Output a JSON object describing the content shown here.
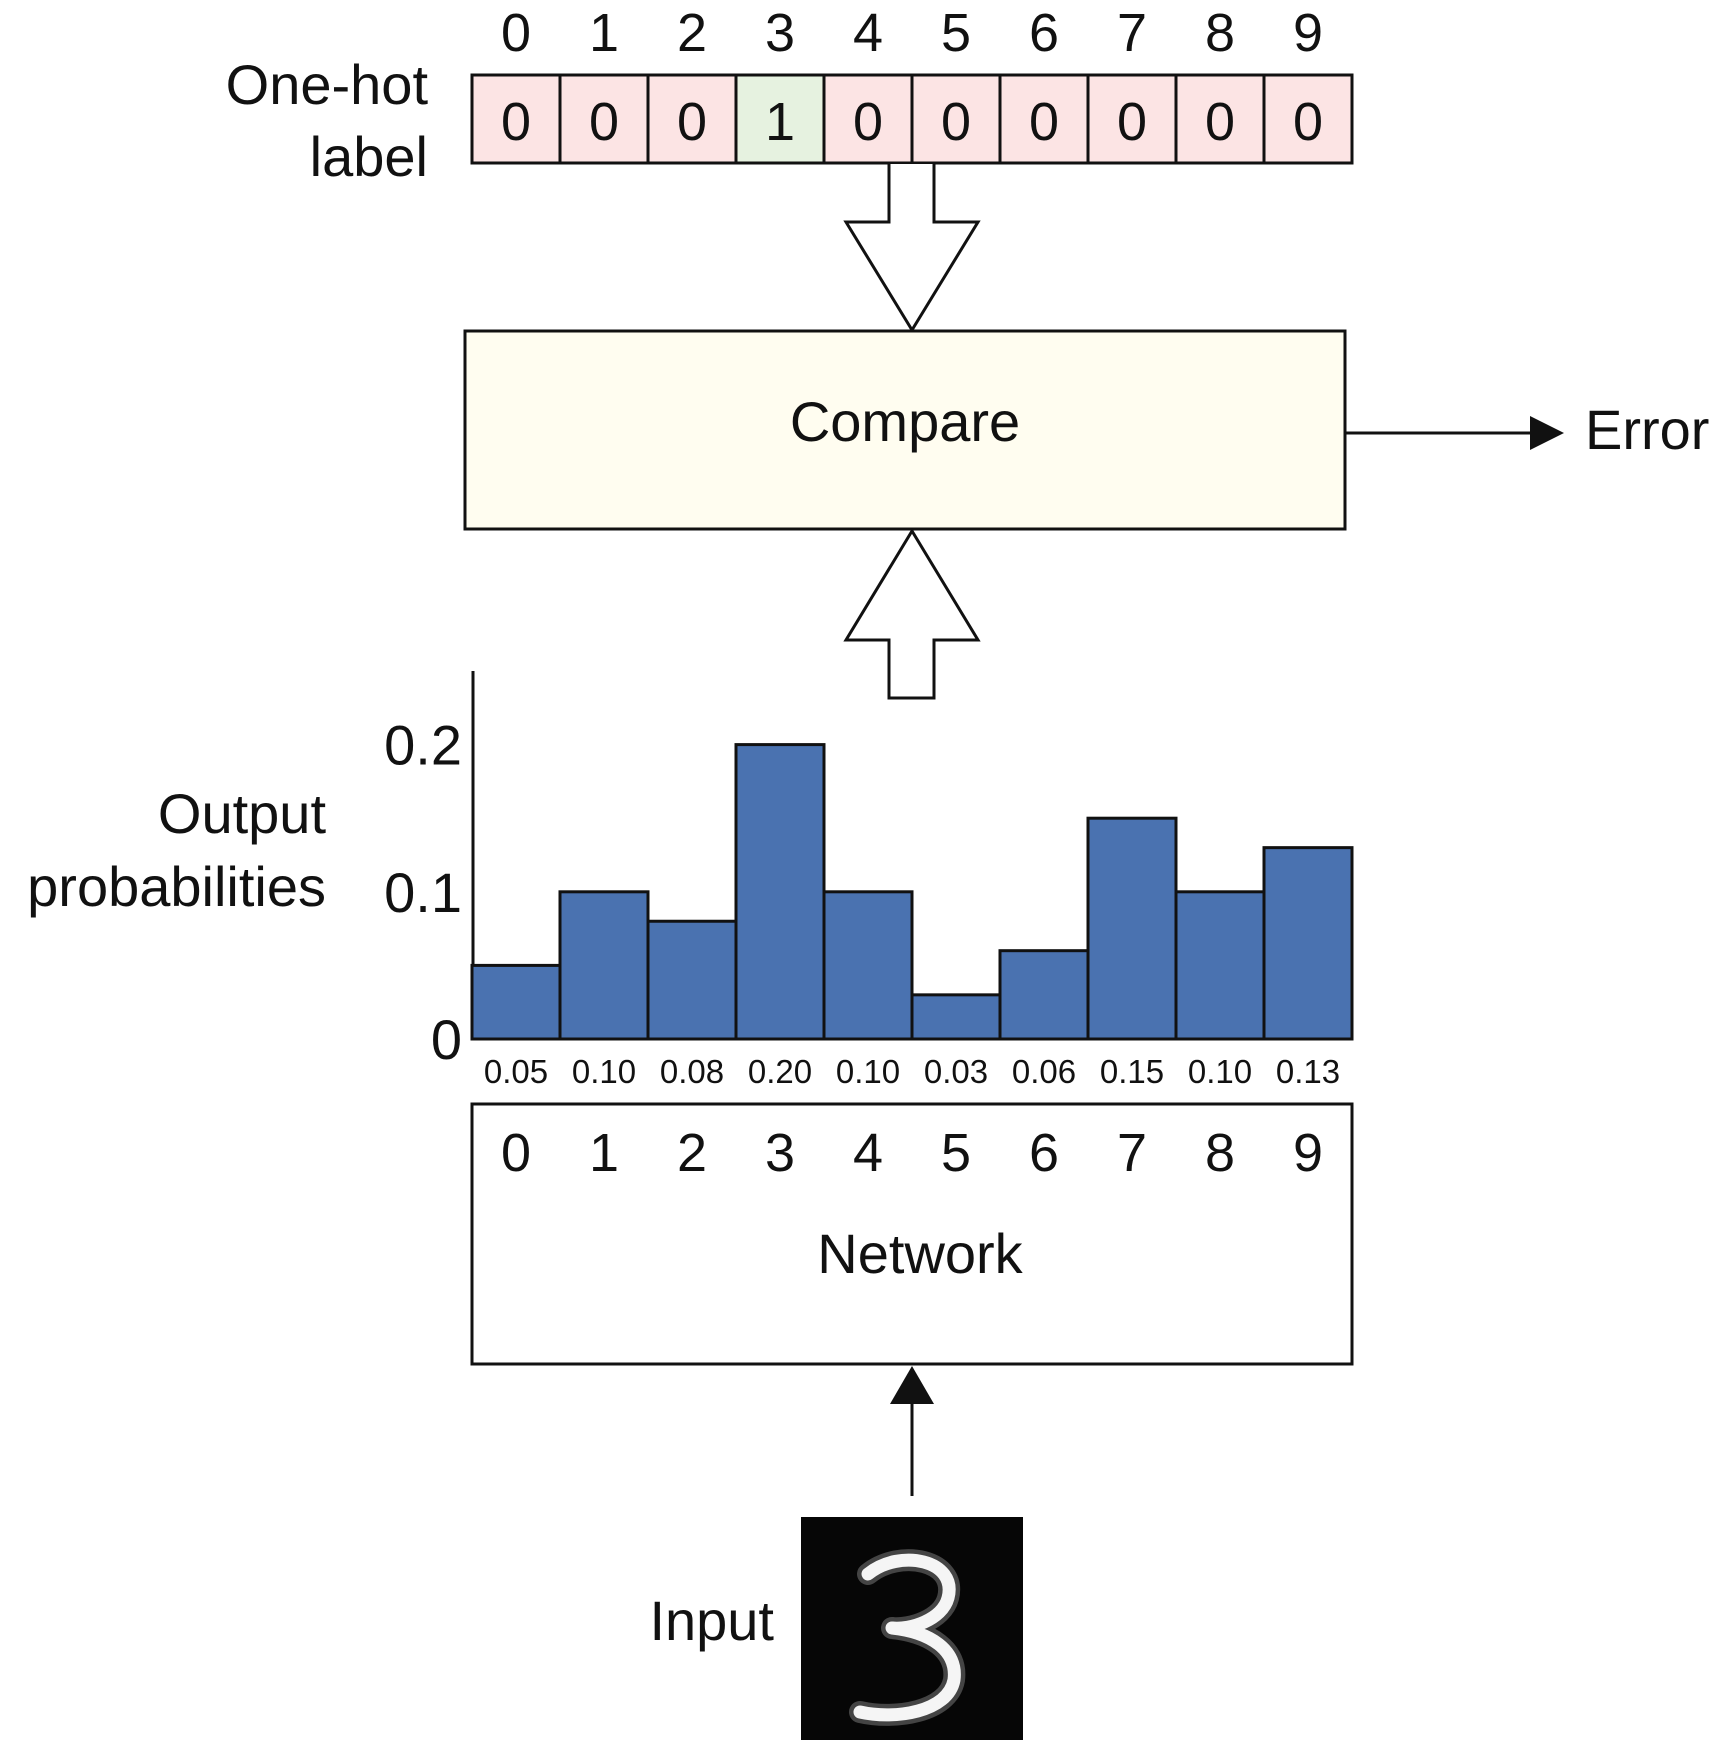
{
  "one_hot": {
    "label_lines": [
      "One-hot",
      "label"
    ],
    "indices": [
      "0",
      "1",
      "2",
      "3",
      "4",
      "5",
      "6",
      "7",
      "8",
      "9"
    ],
    "values": [
      "0",
      "0",
      "0",
      "1",
      "0",
      "0",
      "0",
      "0",
      "0",
      "0"
    ],
    "active_index": 3
  },
  "compare": {
    "label": "Compare"
  },
  "error": {
    "label": "Error"
  },
  "output_probs": {
    "label_lines": [
      "Output",
      "probabilities"
    ]
  },
  "network": {
    "label": "Network",
    "indices": [
      "0",
      "1",
      "2",
      "3",
      "4",
      "5",
      "6",
      "7",
      "8",
      "9"
    ]
  },
  "input": {
    "label": "Input",
    "digit": "3"
  },
  "colors": {
    "cell_inactive": "#fce4e4",
    "cell_active": "#e6f2e0",
    "compare_fill": "#fffdf0",
    "bar_fill": "#4a72b0",
    "input_bg": "#060606"
  },
  "chart_data": {
    "type": "bar",
    "categories": [
      "0",
      "1",
      "2",
      "3",
      "4",
      "5",
      "6",
      "7",
      "8",
      "9"
    ],
    "values": [
      0.05,
      0.1,
      0.08,
      0.2,
      0.1,
      0.03,
      0.06,
      0.15,
      0.1,
      0.13
    ],
    "value_labels": [
      "0.05",
      "0.10",
      "0.08",
      "0.20",
      "0.10",
      "0.03",
      "0.06",
      "0.15",
      "0.10",
      "0.13"
    ],
    "yticks": [
      "0",
      "0.1",
      "0.2"
    ],
    "ylim": [
      0,
      0.25
    ],
    "xlabel": "",
    "ylabel": "",
    "title": ""
  }
}
